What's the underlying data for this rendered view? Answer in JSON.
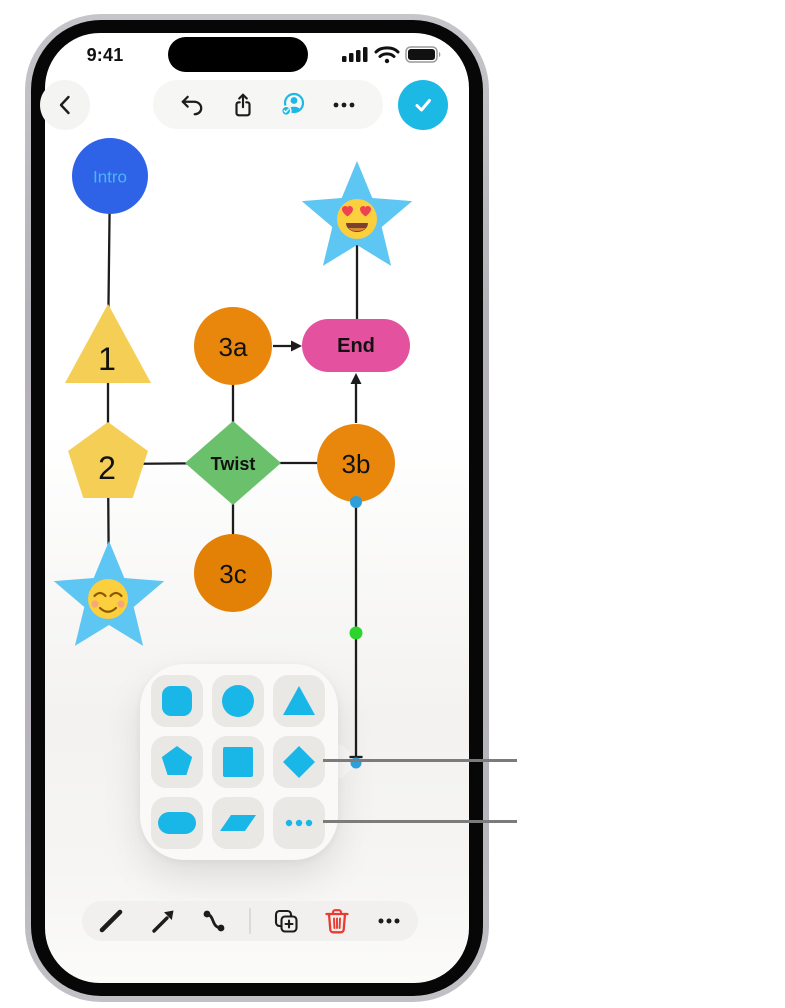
{
  "status_bar": {
    "time": "9:41",
    "icons": [
      "cellular-signal",
      "wifi",
      "battery-full"
    ]
  },
  "top_toolbar": {
    "back": "back",
    "actions": [
      "undo",
      "share",
      "collaborate",
      "more"
    ],
    "confirm": "done-checkmark"
  },
  "diagram": {
    "nodes": [
      {
        "label": "Intro",
        "shape": "circle",
        "color": "#2e63e8",
        "text_color": "#4db4f0"
      },
      {
        "label": "1",
        "shape": "triangle",
        "color": "#f5ce55"
      },
      {
        "label": "2",
        "shape": "pentagon",
        "color": "#f5ce55"
      },
      {
        "label": "3a",
        "shape": "circle",
        "color": "#e8870c"
      },
      {
        "label": "3b",
        "shape": "circle",
        "color": "#e8870c"
      },
      {
        "label": "3c",
        "shape": "circle",
        "color": "#e28106"
      },
      {
        "label": "Twist",
        "shape": "diamond",
        "color": "#6bc06c"
      },
      {
        "label": "End",
        "shape": "pill",
        "color": "#e4519f"
      },
      {
        "emoji": "heart-eyes",
        "shape": "star",
        "color": "#5ec6f2"
      },
      {
        "emoji": "smiling-blush",
        "shape": "star",
        "color": "#5ec6f2"
      }
    ],
    "selected_connector": {
      "from": "3b-bottom",
      "handles": [
        "start-point-blue",
        "midpoint-green",
        "end-point-blue"
      ]
    }
  },
  "shape_picker": {
    "options": [
      "rounded-square",
      "circle",
      "triangle",
      "pentagon",
      "square",
      "diamond",
      "oval",
      "parallelogram",
      "more-shapes"
    ]
  },
  "bottom_toolbar": {
    "tools": [
      "line",
      "arrow",
      "connector",
      "duplicate",
      "delete",
      "more"
    ]
  },
  "callouts": [
    {
      "target": "diamond-shape-option"
    },
    {
      "target": "more-shapes-option"
    }
  ],
  "colors": {
    "accent_cyan": "#1db9e5",
    "delete_red": "#e93b2f",
    "connector_green": "#2ed32e",
    "connector_blue": "#2f9fd9"
  }
}
